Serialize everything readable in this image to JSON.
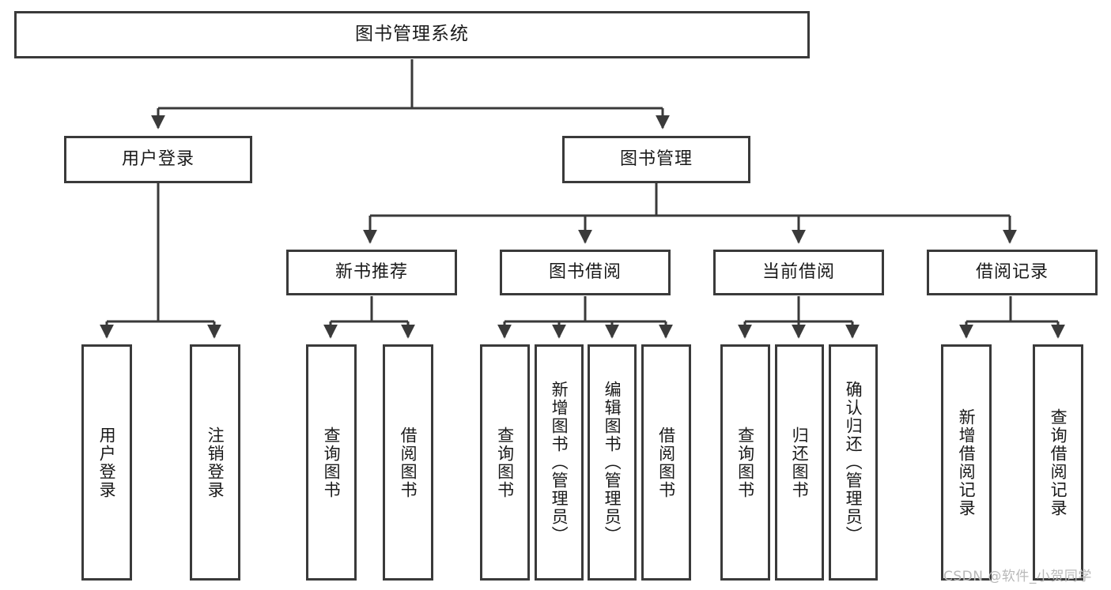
{
  "diagram": {
    "title_node": {
      "label": "图书管理系统"
    },
    "level2": [
      {
        "label": "用户登录"
      },
      {
        "label": "图书管理"
      }
    ],
    "level3": [
      {
        "label": "新书推荐"
      },
      {
        "label": "图书借阅"
      },
      {
        "label": "当前借阅"
      },
      {
        "label": "借阅记录"
      }
    ],
    "leaves": [
      {
        "label": "用户登录"
      },
      {
        "label": "注销登录"
      },
      {
        "label": "查询图书"
      },
      {
        "label": "借阅图书"
      },
      {
        "label": "查询图书"
      },
      {
        "label": "新增图书（管理员）"
      },
      {
        "label": "编辑图书（管理员）"
      },
      {
        "label": "借阅图书"
      },
      {
        "label": "查询图书"
      },
      {
        "label": "归还图书"
      },
      {
        "label": "确认归还（管理员）"
      },
      {
        "label": "新增借阅记录"
      },
      {
        "label": "查询借阅记录"
      }
    ],
    "watermark": {
      "text": "CSDN @软件_小贺同学"
    },
    "colors": {
      "stroke": "#3a3a3a",
      "fill": "#ffffff",
      "text": "#1a1a1a",
      "watermark": "#b9b9b9"
    }
  }
}
